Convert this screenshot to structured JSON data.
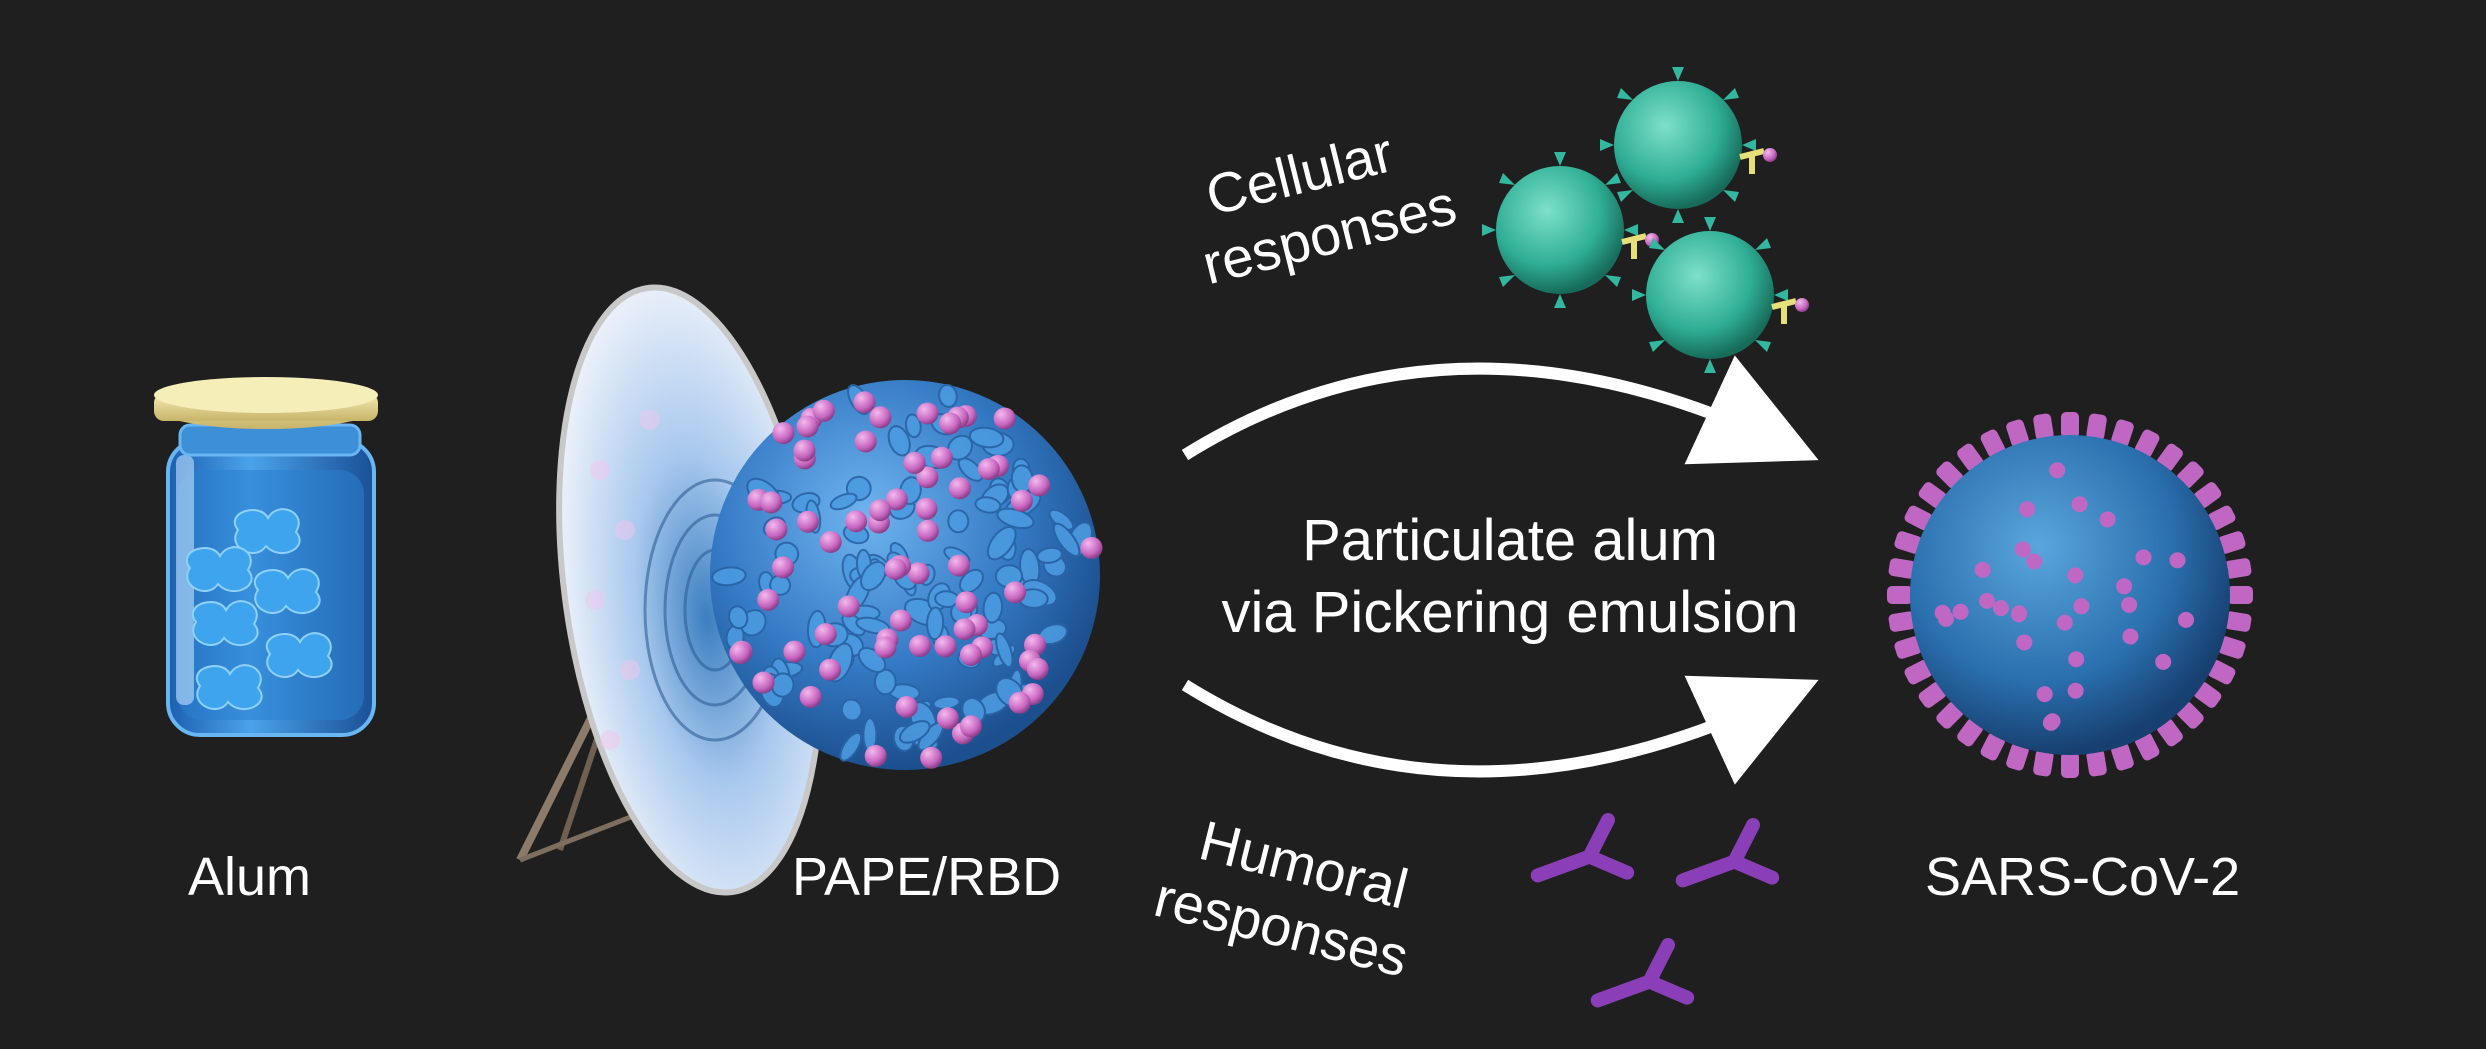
{
  "labels": {
    "alum": "Alum",
    "pape_rbd": "PAPE/RBD",
    "sars": "SARS-CoV-2",
    "center_line1": "Particulate alum",
    "center_line2": "via Pickering emulsion",
    "cellular_line1": "Cellular",
    "cellular_line2": "responses",
    "humoral_line1": "Humoral",
    "humoral_line2": "responses"
  },
  "colors": {
    "background": "#1f1f1f",
    "jar_blue": "#2f86d6",
    "particle_blue": "#3f86cf",
    "antigen_pink": "#d27ac9",
    "cell_teal": "#33b7a0",
    "antibody_purple": "#8a3fb8",
    "virus_blue": "#2f77b5",
    "spike_magenta": "#c067c4",
    "lid_gold": "#e9d98e"
  },
  "icons": [
    "jar-icon",
    "pickering-particle-icon",
    "mirror-icon",
    "t-cell-icon",
    "antibody-icon",
    "virus-icon",
    "arrow-icon"
  ]
}
